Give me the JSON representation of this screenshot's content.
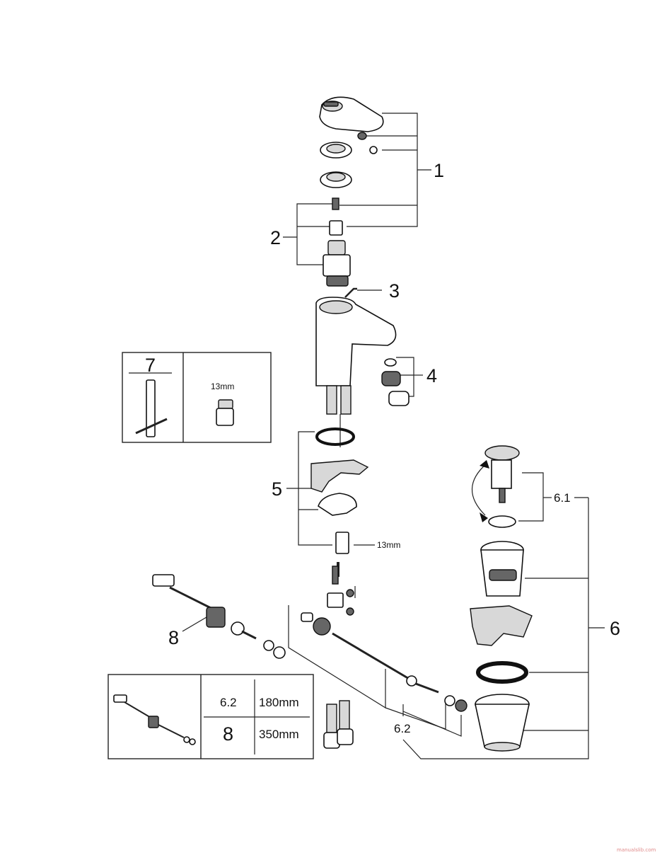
{
  "callouts": {
    "c1": "1",
    "c2": "2",
    "c3": "3",
    "c4": "4",
    "c5": "5",
    "c6": "6",
    "c61": "6.1",
    "c62": "6.2",
    "c7": "7",
    "c8": "8"
  },
  "dimensions": {
    "nut_size_tool": "13mm",
    "nut_size_stud": "13mm"
  },
  "length_table": {
    "rows": [
      {
        "part": "6.2",
        "length": "180mm"
      },
      {
        "part": "8",
        "length": "350mm"
      }
    ]
  },
  "watermark": "manualslib.com"
}
